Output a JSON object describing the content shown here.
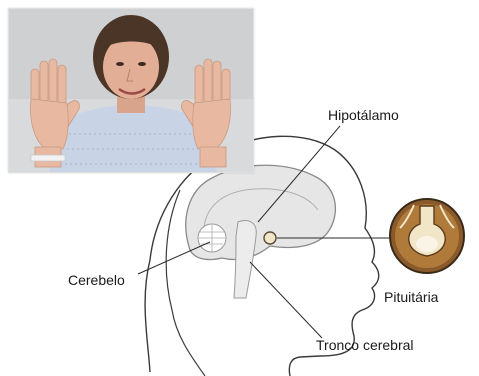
{
  "labels": {
    "hipotalamo": "Hipotálamo",
    "cerebelo": "Cerebelo",
    "pituitaria": "Pituitária",
    "tronco": "Tronco cerebral"
  },
  "colors": {
    "outline": "#3a3a3a",
    "brain_fill": "#e6e6e6",
    "brain_stroke": "#8a8a8a",
    "gland_brown": "#8a5a2a",
    "gland_cream": "#f2e6c8",
    "skin": "#e8b8a0",
    "gown": "#c9d3e6"
  },
  "photo": {
    "icon": "patient-photo"
  }
}
